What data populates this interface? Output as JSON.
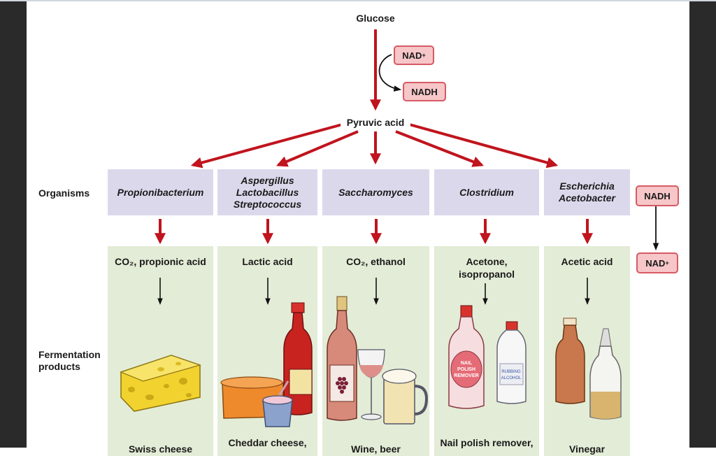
{
  "diagram": {
    "glucose": "Glucose",
    "pyruvic": "Pyruvic acid",
    "nad_plus": "NAD",
    "nad_plus_sup": "+",
    "nadh": "NADH",
    "row_organisms": "Organisms",
    "row_fermentation": [
      "Fermentation",
      "products"
    ],
    "columns": [
      {
        "organisms": [
          "Propionibacterium"
        ],
        "product": [
          "CO₂, propionic acid"
        ],
        "example": [
          "Swiss cheese"
        ]
      },
      {
        "organisms": [
          "Aspergillus",
          "Lactobacillus",
          "Streptococcus"
        ],
        "product": [
          "Lactic acid"
        ],
        "example": [
          "Cheddar cheese,"
        ]
      },
      {
        "organisms": [
          "Saccharomyces"
        ],
        "product": [
          "CO₂, ethanol"
        ],
        "example": [
          "Wine, beer"
        ]
      },
      {
        "organisms": [
          "Clostridium"
        ],
        "product": [
          "Acetone,",
          "isopropanol"
        ],
        "example": [
          "Nail polish remover,"
        ]
      },
      {
        "organisms": [
          "Escherichia",
          "Acetobacter"
        ],
        "product": [
          "Acetic acid"
        ],
        "example": [
          "Vinegar"
        ]
      }
    ],
    "nail_label": [
      "NAIL",
      "POLISH",
      "REMOVER"
    ],
    "alcohol_label": [
      "RUBBING",
      "ALCOHOL"
    ],
    "colors": {
      "arrow_red": "#c0141e",
      "organism_box": "#dcd8ec",
      "product_box": "#e3ecd6",
      "nad_fill": "#f6c6c8",
      "nad_border": "#d65a64"
    }
  }
}
